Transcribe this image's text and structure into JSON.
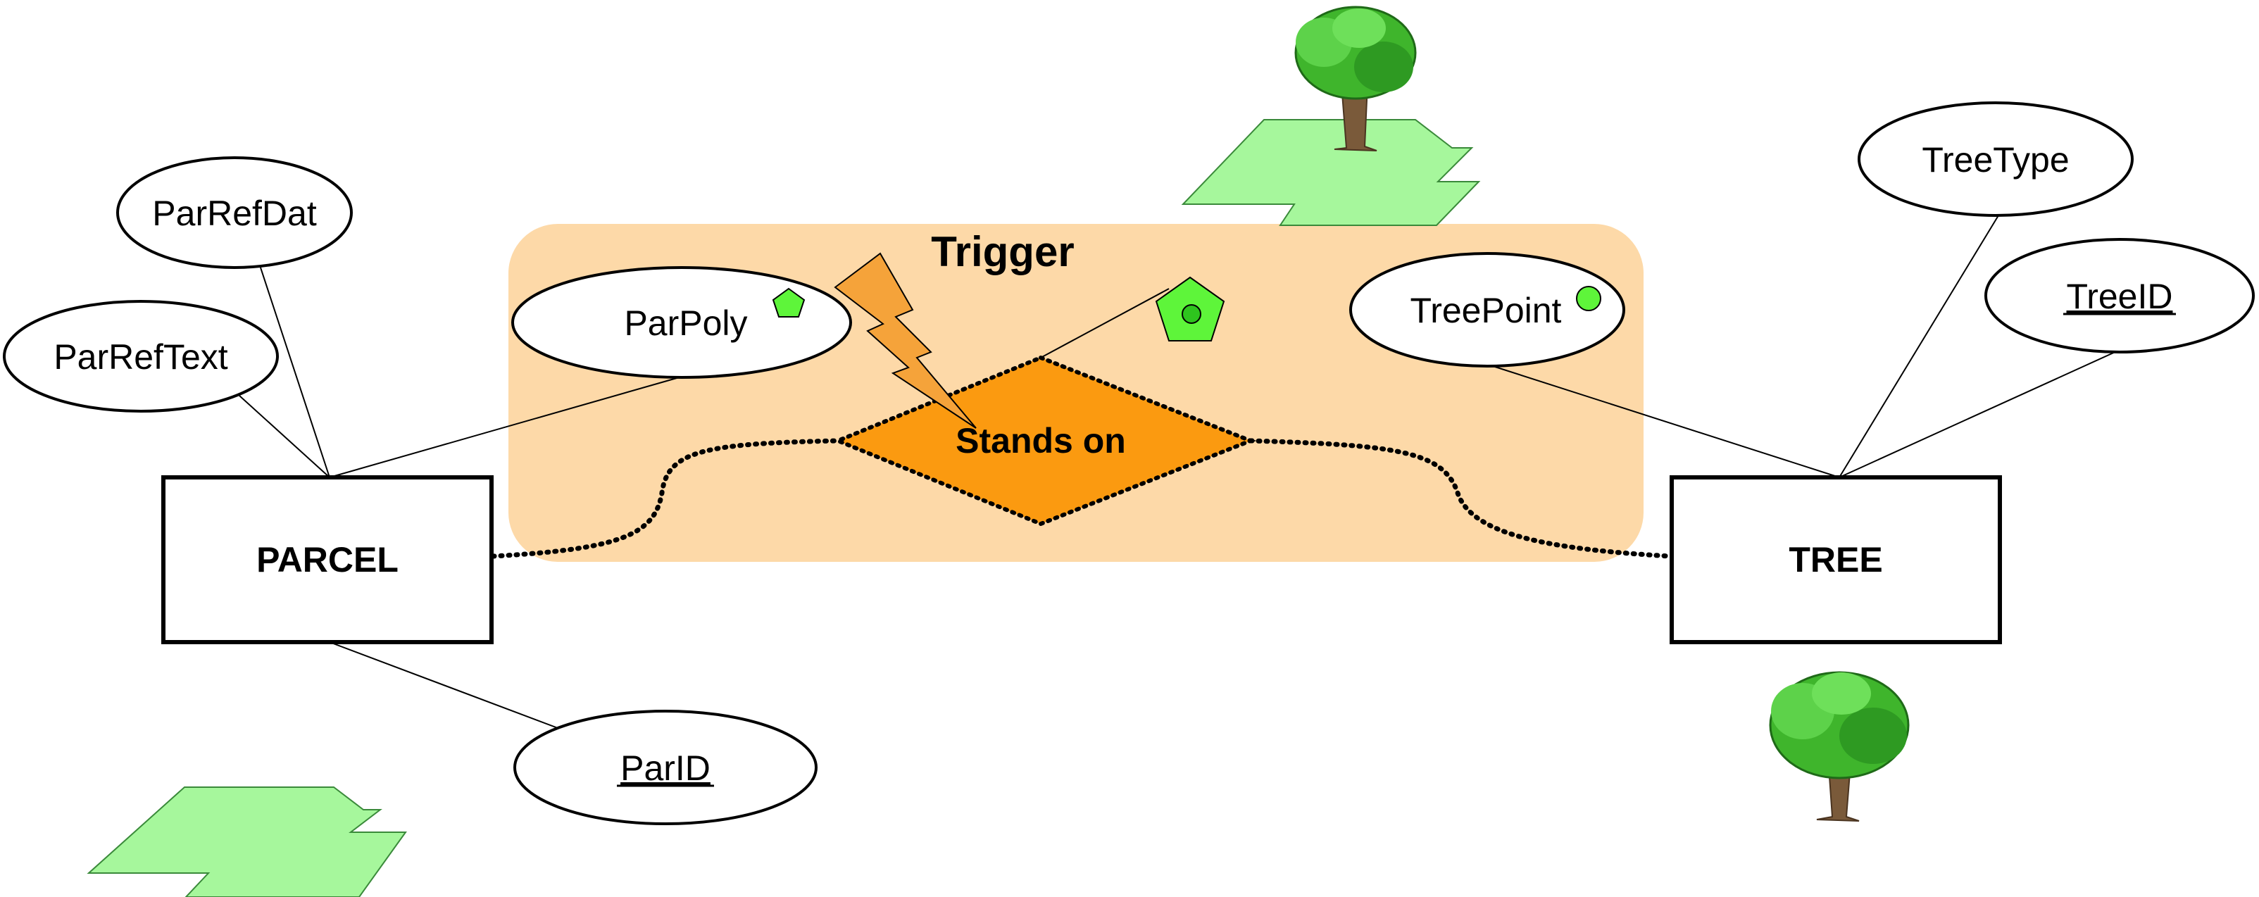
{
  "colors": {
    "trigger_region": "#fdd9a8",
    "relationship_fill": "#fb9a10",
    "lightning": "#f5a33a",
    "parcel_shape": "#a6f79c",
    "geometry_icon": "#5ef53a",
    "tree_canopy": "#3fb52c",
    "tree_trunk": "#7a5a3a"
  },
  "trigger": {
    "label": "Trigger"
  },
  "relationship": {
    "label": "Stands on"
  },
  "entities": {
    "parcel": {
      "label": "PARCEL"
    },
    "tree": {
      "label": "TREE"
    }
  },
  "attributes": {
    "par_ref_dat": {
      "label": "ParRefDat",
      "key": false
    },
    "par_ref_text": {
      "label": "ParRefText",
      "key": false
    },
    "par_poly": {
      "label": "ParPoly",
      "key": false,
      "icon": "polygon-icon"
    },
    "par_id": {
      "label": "ParID",
      "key": true
    },
    "tree_point": {
      "label": "TreePoint",
      "key": false,
      "icon": "point-icon"
    },
    "tree_type": {
      "label": "TreeType",
      "key": false
    },
    "tree_id": {
      "label": "TreeID",
      "key": true
    }
  },
  "icons": {
    "lightning": "lightning-icon",
    "relationship_geometry": "polygon-with-point-icon",
    "parcel_illustration": "parcel-shape-icon",
    "tree_illustration": "tree-icon"
  }
}
